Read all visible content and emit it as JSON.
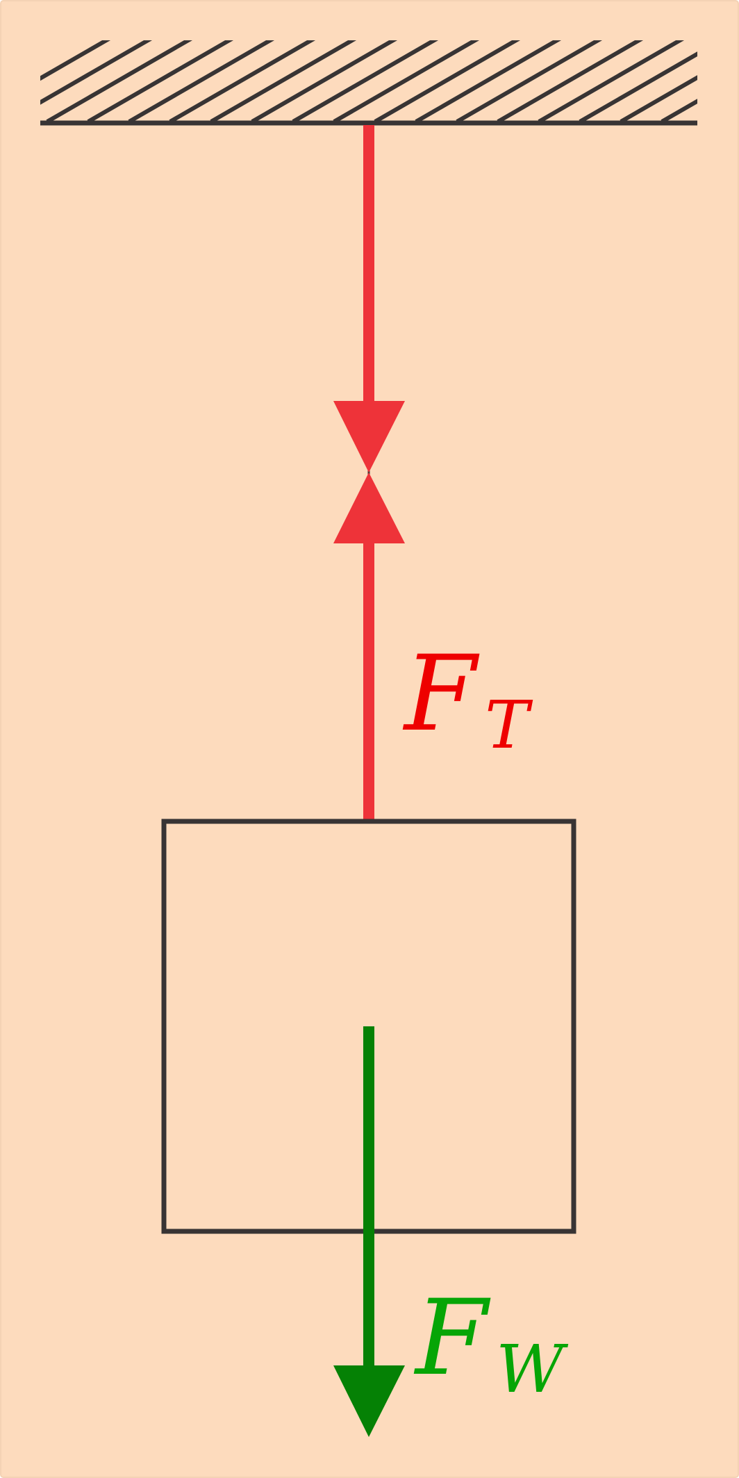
{
  "colors": {
    "background": "#fddbbd",
    "structure": "#383434",
    "tension": "#ee3339",
    "tension_label": "#ee0000",
    "weight_line": "#058105",
    "weight_label": "#06a506"
  },
  "labels": {
    "tension": {
      "main": "F",
      "sub": "T"
    },
    "weight": {
      "main": "F",
      "sub": "W"
    }
  }
}
